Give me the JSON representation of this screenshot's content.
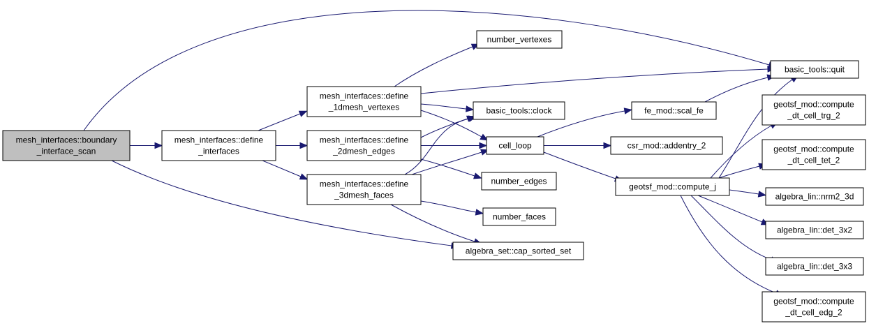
{
  "graph": {
    "colors": {
      "node_fill": "#ffffff",
      "highlight_fill": "#bfbfbf",
      "edge": "#191970",
      "border": "#000000"
    },
    "nodes": {
      "boundary": {
        "lines": [
          "mesh_interfaces::boundary",
          "_interface_scan"
        ],
        "highlight": true
      },
      "define": {
        "lines": [
          "mesh_interfaces::define",
          "_interfaces"
        ]
      },
      "d1": {
        "lines": [
          "mesh_interfaces::define",
          "_1dmesh_vertexes"
        ]
      },
      "d2": {
        "lines": [
          "mesh_interfaces::define",
          "_2dmesh_edges"
        ]
      },
      "d3": {
        "lines": [
          "mesh_interfaces::define",
          "_3dmesh_faces"
        ]
      },
      "nv": {
        "lines": [
          "number_vertexes"
        ]
      },
      "clock": {
        "lines": [
          "basic_tools::clock"
        ]
      },
      "cell": {
        "lines": [
          "cell_loop"
        ]
      },
      "ne": {
        "lines": [
          "number_edges"
        ]
      },
      "nf": {
        "lines": [
          "number_faces"
        ]
      },
      "cap": {
        "lines": [
          "algebra_set::cap_sorted_set"
        ]
      },
      "scal": {
        "lines": [
          "fe_mod::scal_fe"
        ]
      },
      "csr": {
        "lines": [
          "csr_mod::addentry_2"
        ]
      },
      "cj": {
        "lines": [
          "geotsf_mod::compute_j"
        ]
      },
      "quit": {
        "lines": [
          "basic_tools::quit"
        ]
      },
      "trg": {
        "lines": [
          "geotsf_mod::compute",
          "_dt_cell_trg_2"
        ]
      },
      "tet": {
        "lines": [
          "geotsf_mod::compute",
          "_dt_cell_tet_2"
        ]
      },
      "nrm": {
        "lines": [
          "algebra_lin::nrm2_3d"
        ]
      },
      "det2": {
        "lines": [
          "algebra_lin::det_3x2"
        ]
      },
      "det3": {
        "lines": [
          "algebra_lin::det_3x3"
        ]
      },
      "edg": {
        "lines": [
          "geotsf_mod::compute",
          "_dt_cell_edg_2"
        ]
      }
    },
    "edges": [
      [
        "boundary",
        "define"
      ],
      [
        "boundary",
        "quit"
      ],
      [
        "boundary",
        "cap"
      ],
      [
        "define",
        "d1"
      ],
      [
        "define",
        "d2"
      ],
      [
        "define",
        "d3"
      ],
      [
        "d1",
        "nv"
      ],
      [
        "d1",
        "quit"
      ],
      [
        "d1",
        "clock"
      ],
      [
        "d1",
        "cell"
      ],
      [
        "d2",
        "clock"
      ],
      [
        "d2",
        "cell"
      ],
      [
        "d2",
        "ne"
      ],
      [
        "d3",
        "clock"
      ],
      [
        "d3",
        "cell"
      ],
      [
        "d3",
        "nf"
      ],
      [
        "d3",
        "cap"
      ],
      [
        "cell",
        "scal"
      ],
      [
        "cell",
        "csr"
      ],
      [
        "cell",
        "cj"
      ],
      [
        "scal",
        "quit"
      ],
      [
        "cj",
        "quit"
      ],
      [
        "cj",
        "trg"
      ],
      [
        "cj",
        "tet"
      ],
      [
        "cj",
        "nrm"
      ],
      [
        "cj",
        "det2"
      ],
      [
        "cj",
        "det3"
      ],
      [
        "cj",
        "edg"
      ]
    ]
  }
}
